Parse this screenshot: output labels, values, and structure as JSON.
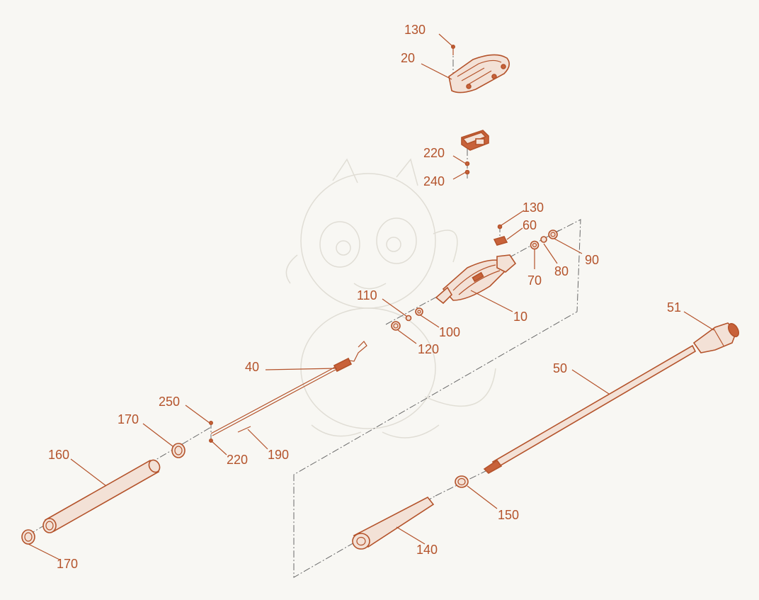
{
  "diagram": {
    "labels": {
      "l130a": "130",
      "l20": "20",
      "l220a": "220",
      "l240": "240",
      "l130b": "130",
      "l60": "60",
      "l70": "70",
      "l80": "80",
      "l90": "90",
      "l110": "110",
      "l100": "100",
      "l10": "10",
      "l120": "120",
      "l51": "51",
      "l40": "40",
      "l50": "50",
      "l250": "250",
      "l170a": "170",
      "l160": "160",
      "l220b": "220",
      "l190": "190",
      "l150": "150",
      "l140": "140",
      "l170b": "170"
    }
  }
}
